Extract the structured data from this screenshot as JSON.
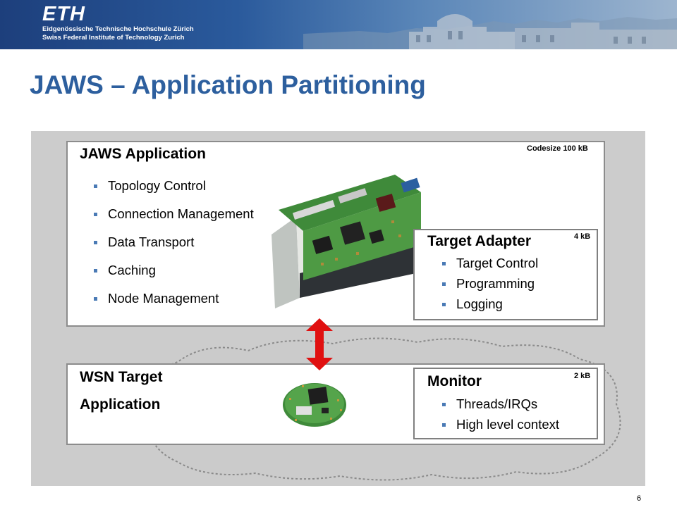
{
  "header": {
    "logo": "ETH",
    "line1": "Eidgenössische Technische Hochschule Zürich",
    "line2": "Swiss Federal Institute of Technology Zurich"
  },
  "title": "JAWS – Application Partitioning",
  "jaws_app": {
    "heading": "JAWS Application",
    "size": "Codesize 100 kB",
    "items": [
      "Topology Control",
      "Connection Management",
      "Data Transport",
      "Caching",
      "Node Management"
    ]
  },
  "target_adapter": {
    "heading": "Target Adapter",
    "size": "4 kB",
    "items": [
      "Target Control",
      "Programming",
      "Logging"
    ]
  },
  "wsn_target": {
    "heading_line1": "WSN Target",
    "heading_line2": "Application"
  },
  "monitor": {
    "heading": "Monitor",
    "size": "2 kB",
    "items": [
      "Threads/IRQs",
      "High level context"
    ]
  },
  "colors": {
    "title": "#2d5f9e",
    "bullet": "#4a7ab5",
    "arrow": "#e01010",
    "panel": "#cccccc"
  },
  "page_number": "6"
}
